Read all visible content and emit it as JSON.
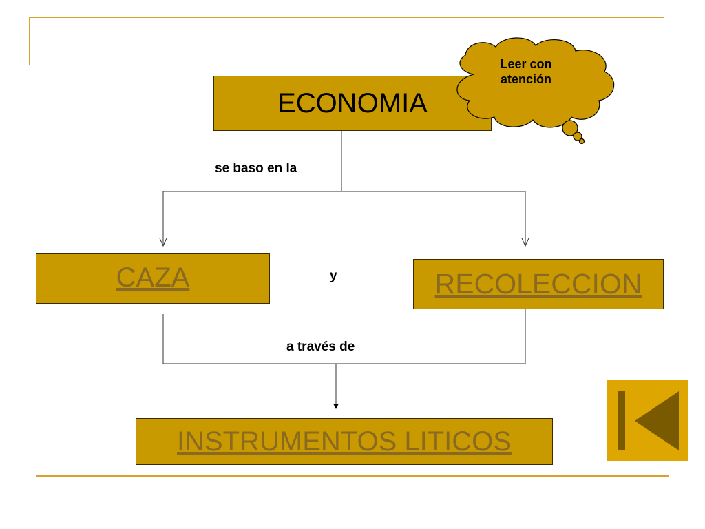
{
  "diagram": {
    "root": {
      "label": "ECONOMIA"
    },
    "edge_label_top": "se baso en la",
    "children": [
      {
        "label": "CAZA"
      },
      {
        "label": "RECOLECCION"
      }
    ],
    "conjunction": "y",
    "edge_label_bottom": "a través de",
    "result": {
      "label": "INSTRUMENTOS LITICOS"
    },
    "callout": {
      "line1": "Leer con",
      "line2": "atención"
    }
  },
  "navigation": {
    "back_icon": "first-slide-icon"
  },
  "colors": {
    "box_fill": "#C99A00",
    "link_text": "#8A6A22",
    "frame_line": "#D9A32B",
    "cloud_fill": "#CC9A00",
    "nav_button": "#DDA600",
    "nav_glyph": "#7A5A00"
  }
}
